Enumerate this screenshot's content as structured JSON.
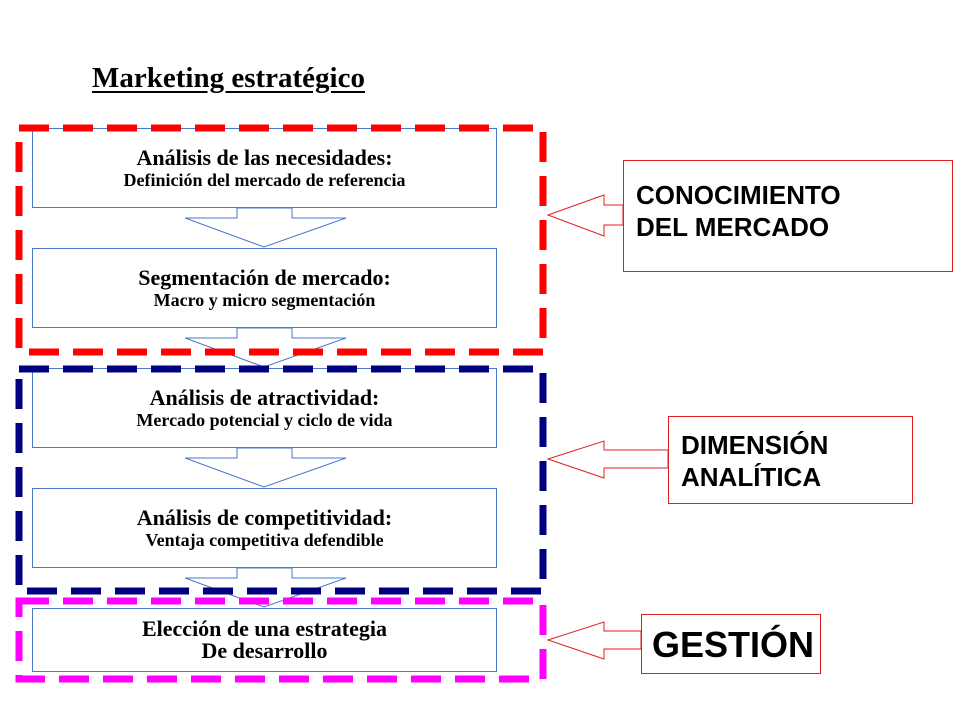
{
  "title": "Marketing estratégico",
  "steps": [
    {
      "line1": "Análisis de las necesidades:",
      "line2": "Definición del mercado de referencia"
    },
    {
      "line1": "Segmentación de mercado:",
      "line2": "Macro y micro segmentación"
    },
    {
      "line1": "Análisis de atractividad:",
      "line2": "Mercado potencial y ciclo de vida"
    },
    {
      "line1": "Análisis de competitividad:",
      "line2": "Ventaja competitiva defendible"
    },
    {
      "line1": "Elección de una estrategia",
      "line2": "De desarrollo"
    }
  ],
  "callouts": {
    "conocimiento": {
      "line1": "CONOCIMIENTO",
      "line2": "DEL MERCADO"
    },
    "dimension": {
      "line1": "DIMENSIÓN",
      "line2": "ANALÍTICA"
    },
    "gestion": {
      "line1": "GESTIÓN"
    }
  },
  "colors": {
    "step_border": "#4a78c8",
    "group_red": "#ff0000",
    "group_navy": "#000080",
    "group_magenta": "#ff00ff",
    "callout_border": "#e02020"
  }
}
